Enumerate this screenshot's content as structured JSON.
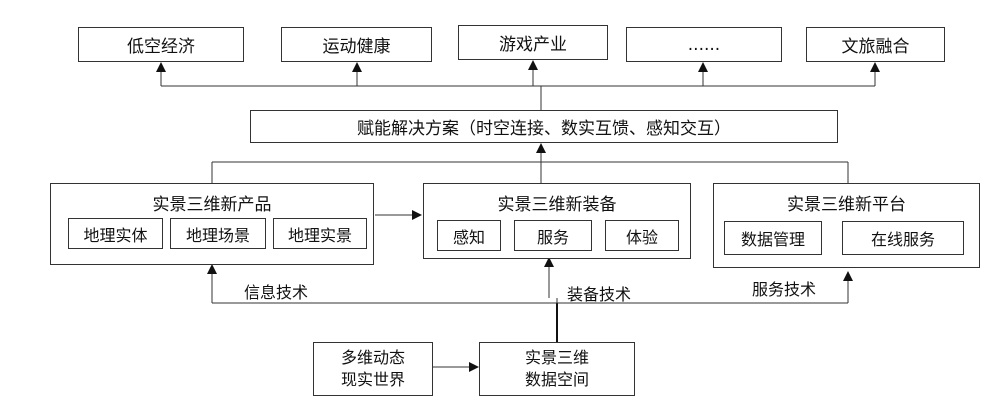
{
  "applications": [
    "低空经济",
    "运动健康",
    "游戏产业",
    "......",
    "文旅融合"
  ],
  "solution": "赋能解决方案（时空连接、数实互馈、感知交互）",
  "products": {
    "title": "实景三维新产品",
    "items": [
      "地理实体",
      "地理场景",
      "地理实景"
    ]
  },
  "equipment": {
    "title": "实景三维新装备",
    "items": [
      "感知",
      "服务",
      "体验"
    ]
  },
  "platform": {
    "title": "实景三维新平台",
    "items": [
      "数据管理",
      "在线服务"
    ]
  },
  "tech_labels": {
    "info": "信息技术",
    "equipment": "装备技术",
    "service": "服务技术"
  },
  "world": "多维动态\n现实世界",
  "dataspace": "实景三维\n数据空间",
  "colors": {
    "line": "#333333",
    "box_border": "#333333",
    "background": "#ffffff"
  }
}
